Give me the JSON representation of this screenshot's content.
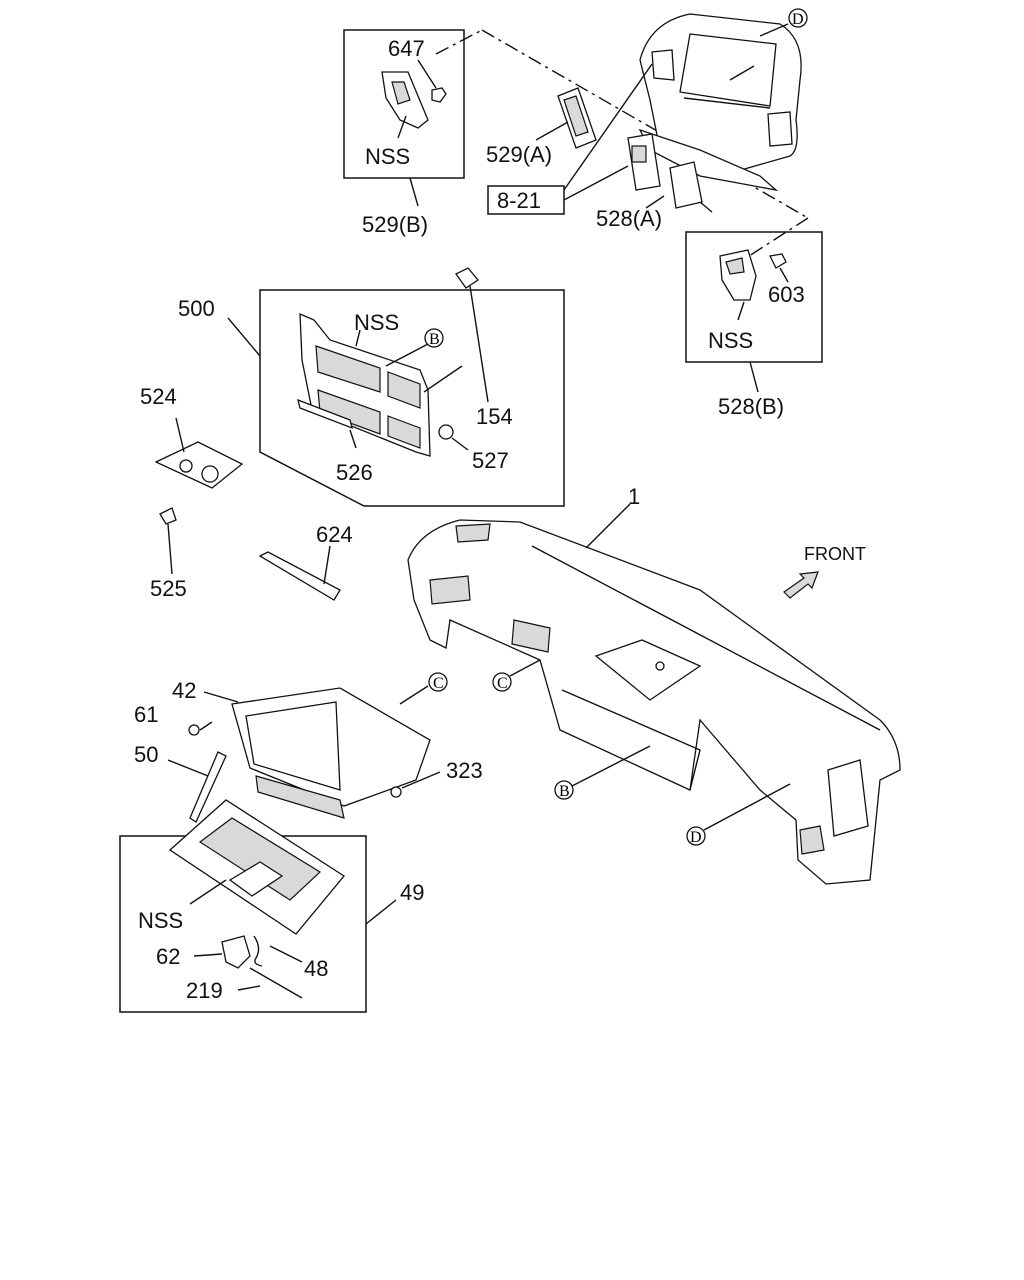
{
  "labels": {
    "p647": "647",
    "p529a": "529(A)",
    "p529b": "529(B)",
    "p821": "8-21",
    "p528a": "528(A)",
    "p528b": "528(B)",
    "p603": "603",
    "p500": "500",
    "p154": "154",
    "p527": "527",
    "p526": "526",
    "p524": "524",
    "p525": "525",
    "p624": "624",
    "p1": "1",
    "p42": "42",
    "p61": "61",
    "p50": "50",
    "p323": "323",
    "p49": "49",
    "p62": "62",
    "p48": "48",
    "p219": "219",
    "nss": "NSS",
    "front": "FRONT"
  },
  "callouts": {
    "b": "B",
    "c": "C",
    "d": "D"
  }
}
